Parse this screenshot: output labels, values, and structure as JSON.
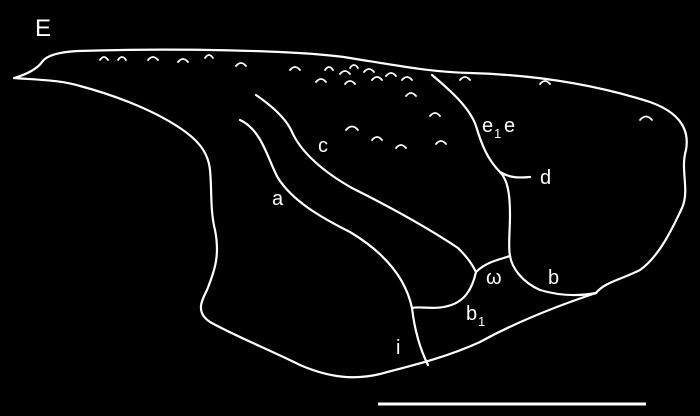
{
  "panel_label": "E",
  "labels": {
    "a": "a",
    "b": "b",
    "b1_main": "b",
    "b1_sub": "1",
    "c": "c",
    "d": "d",
    "e1_main": "e",
    "e1_sub": "1",
    "e": "e",
    "i": "i",
    "omega": "ω"
  },
  "colors": {
    "background": "#000000",
    "line": "#ffffff",
    "text": "#ffffff"
  }
}
